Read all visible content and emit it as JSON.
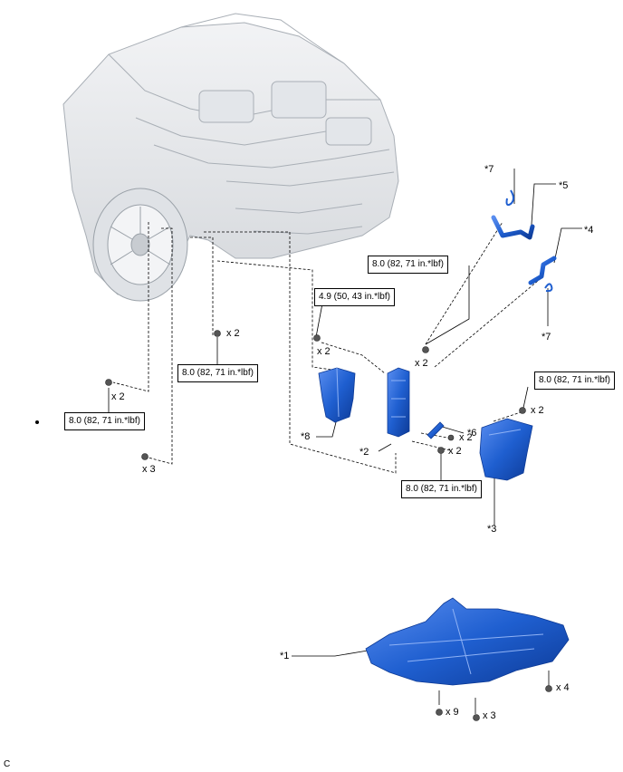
{
  "torques": {
    "radiator_bolt": "8.0 (82, 71 in.*lbf)",
    "bracket_bolt": "4.9 (50, 43 in.*lbf)",
    "center_bolt": "8.0 (82, 71 in.*lbf)",
    "left_bolt": "8.0 (82, 71 in.*lbf)",
    "right_bolt": "8.0 (82, 71 in.*lbf)",
    "lower_bolt": "8.0 (82, 71 in.*lbf)"
  },
  "parts": {
    "p1": "*1",
    "p2": "*2",
    "p3": "*3",
    "p4": "*4",
    "p5": "*5",
    "p6": "*6",
    "p7a": "*7",
    "p7b": "*7",
    "p8": "*8"
  },
  "quantities": {
    "q_center": "x 2",
    "q_left": "x 2",
    "q_left_lower": "x 3",
    "q_bracket": "x 2",
    "q_radiator": "x 2",
    "q_right": "x 2",
    "q_p6_a": "x 2",
    "q_p6_b": "x 2",
    "q_under_a": "x 9",
    "q_under_b": "x 3",
    "q_under_c": "x 4"
  },
  "footer": {
    "code": "C"
  },
  "colors": {
    "part_blue": "#1f5fd0",
    "line": "#000000",
    "car_gray": "#cfd3d8"
  }
}
